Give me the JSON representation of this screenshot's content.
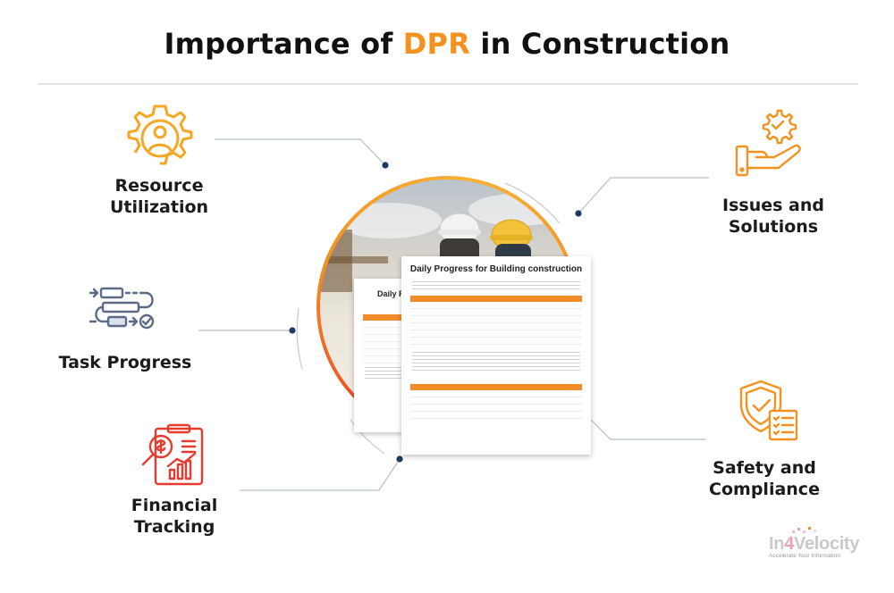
{
  "title": {
    "before": "Importance of ",
    "highlight": "DPR",
    "after": " in Construction"
  },
  "colors": {
    "accent_orange": "#f39220",
    "accent_red": "#e63b2e",
    "accent_yellow": "#f9b233",
    "connector": "#1f3a5f",
    "connector_line": "#b8bfc8"
  },
  "items": {
    "resource": {
      "label_line1": "Resource",
      "label_line2": "Utilization",
      "icon": "gear-person-icon"
    },
    "task": {
      "label": "Task Progress",
      "icon": "workflow-icon"
    },
    "financial": {
      "label_line1": "Financial",
      "label_line2": "Tracking",
      "icon": "report-magnifier-icon"
    },
    "issues": {
      "label_line1": "Issues and",
      "label_line2": "Solutions",
      "icon": "hand-gear-icon"
    },
    "safety": {
      "label_line1": "Safety and",
      "label_line2": "Compliance",
      "icon": "shield-checklist-icon"
    }
  },
  "document": {
    "title": "Daily Progress for Building construction",
    "back_title": "Daily P"
  },
  "logo": {
    "name_a": "In",
    "name_b": "4",
    "name_c": "Velocity",
    "tagline": "Accelerate Your Information"
  }
}
